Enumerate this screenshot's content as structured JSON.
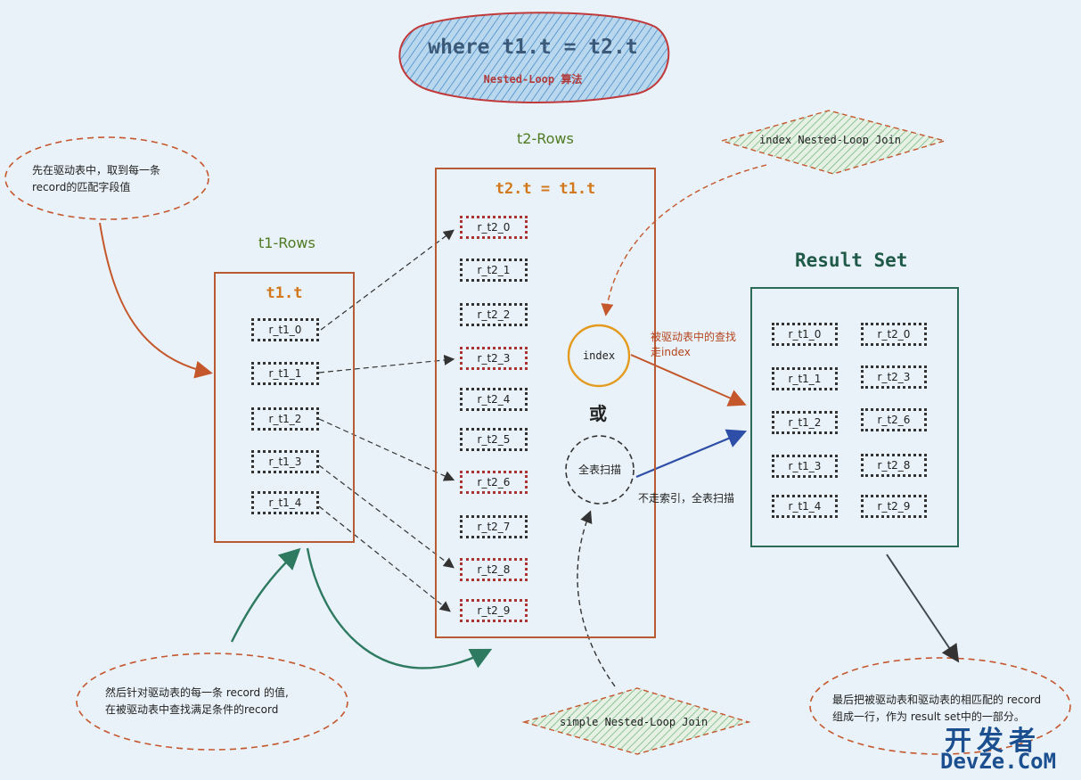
{
  "title": {
    "main": "where t1.t = t2.t",
    "sub": "Nested-Loop 算法"
  },
  "t1": {
    "group_label": "t1-Rows",
    "header": "t1.t",
    "rows": [
      "r_t1_0",
      "r_t1_1",
      "r_t1_2",
      "r_t1_3",
      "r_t1_4"
    ]
  },
  "t2": {
    "group_label": "t2-Rows",
    "header": "t2.t = t1.t",
    "rows": [
      "r_t2_0",
      "r_t2_1",
      "r_t2_2",
      "r_t2_3",
      "r_t2_4",
      "r_t2_5",
      "r_t2_6",
      "r_t2_7",
      "r_t2_8",
      "r_t2_9"
    ]
  },
  "result": {
    "title": "Result Set",
    "left": [
      "r_t1_0",
      "r_t1_1",
      "r_t1_2",
      "r_t1_3",
      "r_t1_4"
    ],
    "right": [
      "r_t2_0",
      "r_t2_3",
      "r_t2_6",
      "r_t2_8",
      "r_t2_9"
    ]
  },
  "notes": {
    "top_left_line1": "先在驱动表中，取到每一条",
    "top_left_line2": "record的匹配字段值",
    "bottom_left_line1": "然后针对驱动表的每一条 record 的值,",
    "bottom_left_line2": "在被驱动表中查找满足条件的record",
    "bottom_right_line1": "最后把被驱动表和驱动表的相匹配的 record",
    "bottom_right_line2": "组成一行，作为 result set中的一部分。"
  },
  "index_join_label": "index Nested-Loop Join",
  "simple_join_label": "simple Nested-Loop Join",
  "index_circle": "index",
  "or_label": "或",
  "full_scan_circle": "全表扫描",
  "index_note_line1": "被驱动表中的查找",
  "index_note_line2": "走index",
  "full_scan_note": "不走索引，全表扫描",
  "watermark": {
    "cn": "开发者",
    "en": "DevZe.CoM"
  },
  "colors": {
    "background": "#e9f2f8",
    "driver_border": "#b85a33",
    "result_border": "#2b6b57",
    "orange_arrow": "#c4572b",
    "teal_arrow": "#2d7a60",
    "blue_arrow": "#2f4ea8",
    "index_circle": "#e39a1e",
    "title_fill": "#9fc7e3"
  }
}
